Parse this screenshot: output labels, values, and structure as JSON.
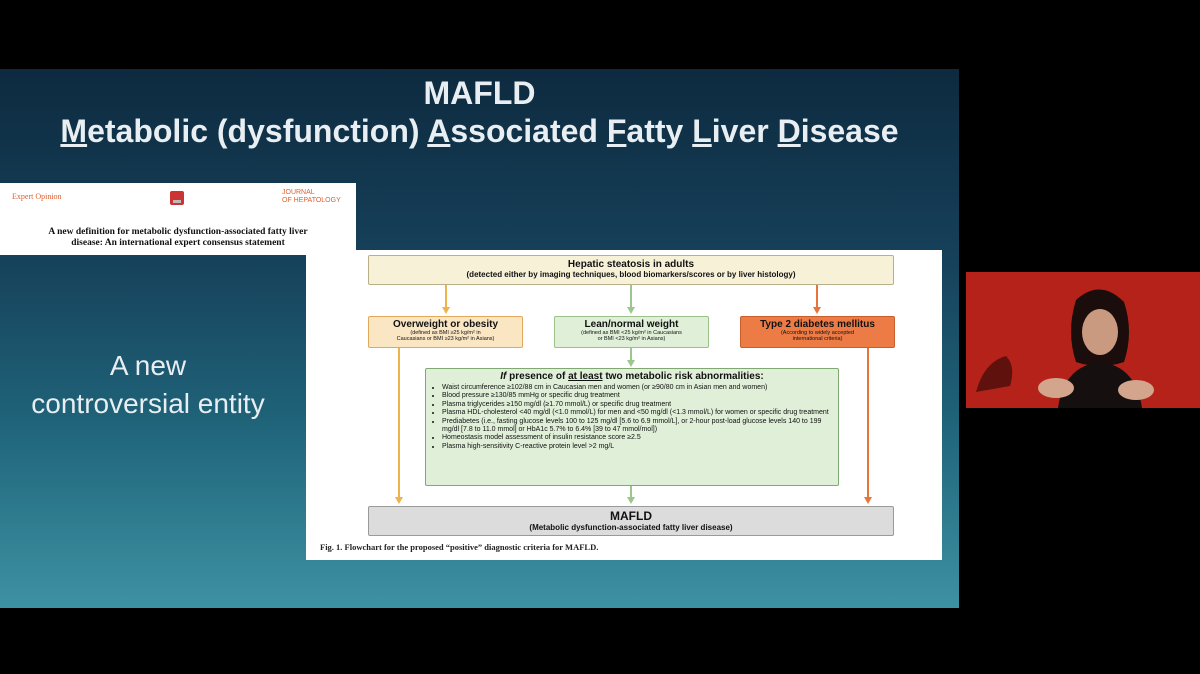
{
  "slide": {
    "title_line1": "MAFLD",
    "title_line2_parts": [
      "M",
      "etabolic (dysfunction) ",
      "A",
      "ssociated ",
      "F",
      "atty ",
      "L",
      "iver ",
      "D",
      "isease"
    ],
    "side_line1": "A new",
    "side_line2": "controversial entity"
  },
  "paper": {
    "label_left": "Expert Opinion",
    "label_right_1": "JOURNAL",
    "label_right_2": "OF HEPATOLOGY",
    "title_line1": "A new definition for metabolic dysfunction-associated fatty liver",
    "title_line2": "disease: An international expert consensus statement"
  },
  "flowchart": {
    "steatosis_title": "Hepatic steatosis in adults",
    "steatosis_sub": "(detected either by imaging techniques, blood biomarkers/scores or by liver histology)",
    "overweight_title": "Overweight or obesity",
    "overweight_sub1": "(defined as BMI ≥25 kg/m² in",
    "overweight_sub2": "Caucasians or BMI ≥23 kg/m² in Asians)",
    "lean_title": "Lean/normal weight",
    "lean_sub1": "(defined as BMI <25 kg/m² in Caucasians",
    "lean_sub2": "or BMI <23 kg/m² in Asians)",
    "diabetes_title": "Type 2 diabetes mellitus",
    "diabetes_sub1": "(According to widely accepted",
    "diabetes_sub2": "international criteria)",
    "criteria_if": "If",
    "criteria_mid": " presence of ",
    "criteria_at_least": "at least",
    "criteria_end": " two metabolic risk abnormalities:",
    "criteria_items": [
      "Waist circumference ≥102/88 cm in Caucasian men and women (or ≥90/80 cm in Asian men and women)",
      "Blood pressure ≥130/85 mmHg or specific drug treatment",
      "Plasma triglycerides ≥150 mg/dl (≥1.70 mmol/L) or specific drug treatment",
      "Plasma HDL-cholesterol <40 mg/dl (<1.0 mmol/L) for men and <50 mg/dl (<1.3 mmol/L) for women or specific drug treatment",
      "Prediabetes (i.e., fasting glucose levels 100 to 125 mg/dl [5.6 to 6.9 mmol/L], or 2-hour post-load glucose levels 140 to 199 mg/dl [7.8 to 11.0 mmol] or HbA1c 5.7% to 6.4% [39 to 47 mmol/mol])",
      "Homeostasis model assessment of insulin resistance score ≥2.5",
      "Plasma high-sensitivity C-reactive protein level >2 mg/L"
    ],
    "mafld_title": "MAFLD",
    "mafld_sub": "(Metabolic dysfunction-associated fatty liver disease)",
    "caption": "Fig. 1. Flowchart for the proposed “positive” diagnostic criteria for MAFLD.",
    "colors": {
      "orange_arrow": "#f0b24a",
      "green_arrow": "#9cc78c",
      "red_arrow": "#e8743a"
    }
  }
}
